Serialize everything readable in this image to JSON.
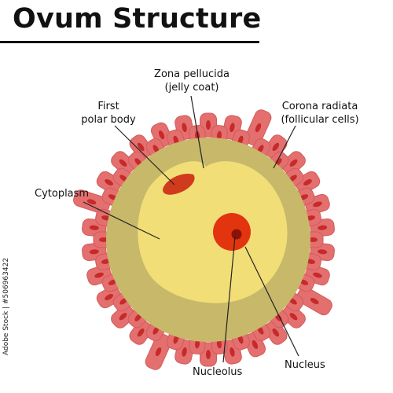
{
  "title": "Ovum Structure",
  "labels": {
    "zona_line1": "Zona pellucida",
    "zona_line2": "(jelly coat)",
    "polar_line1": "First",
    "polar_line2": "polar body",
    "corona_line1": "Corona radiata",
    "corona_line2": "(follicular cells)",
    "cytoplasm": "Cytoplasm",
    "nucleolus": "Nucleolus",
    "nucleus": "Nucleus"
  },
  "watermark": "Adobe Stock | #506963422",
  "colors": {
    "cell_fill": "#e46f6f",
    "cell_edge": "#d25b5b",
    "cell_nucleus": "#c62a2a",
    "zona": "#c8b86a",
    "cytoplasm": "#f2de77",
    "nucleus": "#e2340f",
    "nucleolus": "#8a1208",
    "polar_body": "#cf3b1c",
    "line": "#222222"
  }
}
